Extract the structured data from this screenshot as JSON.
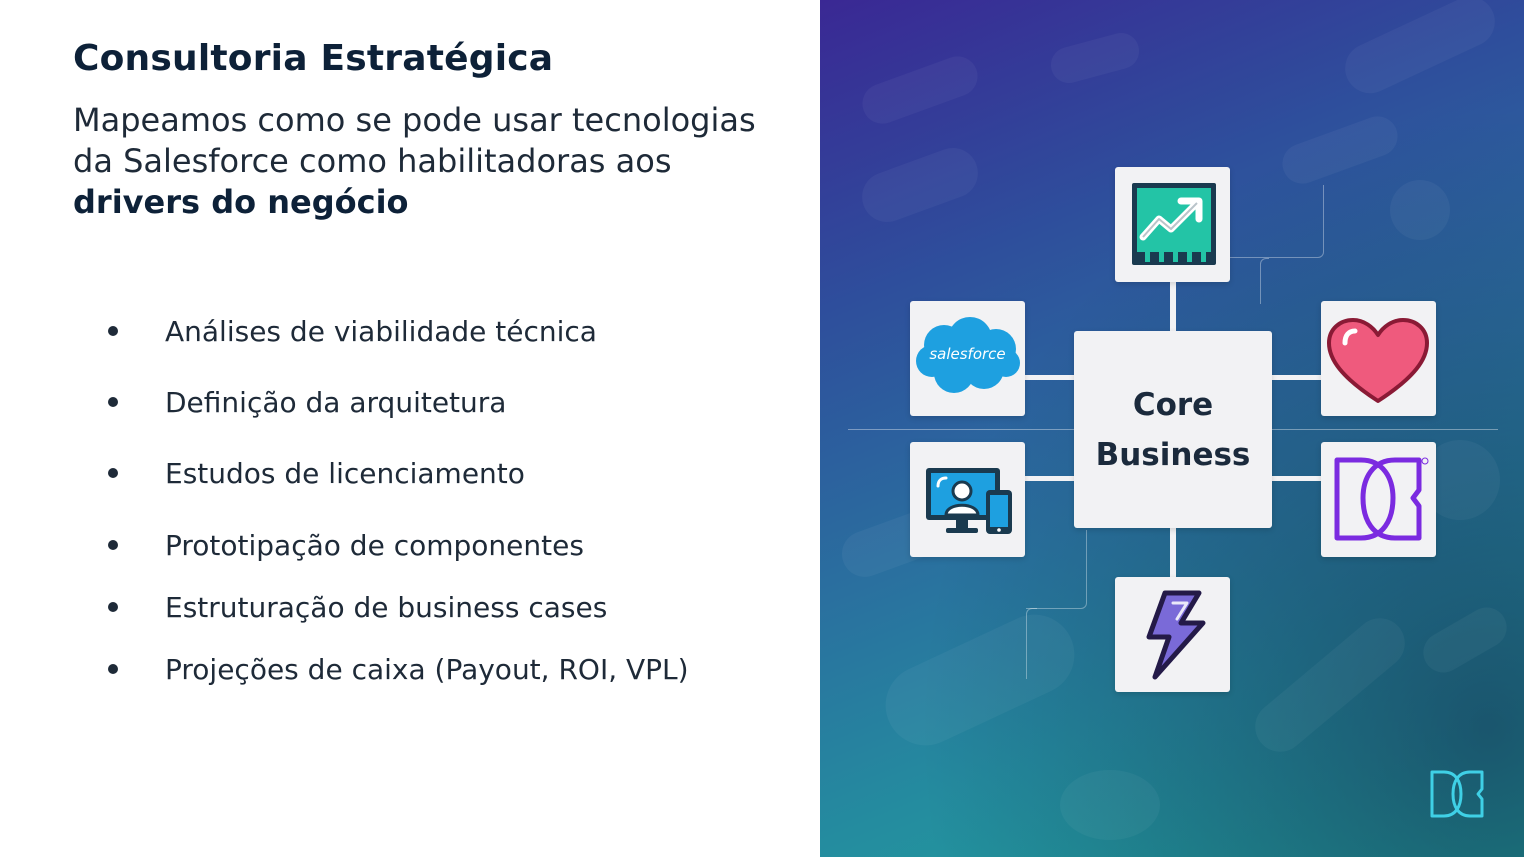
{
  "slide": {
    "title": "Consultoria Estratégica",
    "subtitle_part1": "Mapeamos como se pode usar tecnologias da Salesforce como habilitadoras aos ",
    "subtitle_bold": "drivers do negócio"
  },
  "bullets": [
    "Análises de viabilidade técnica",
    "Definição da arquitetura",
    "Estudos de licenciamento",
    "Prototipação de componentes",
    "Estruturação de business cases",
    "Projeções de caixa (Payout, ROI, VPL)"
  ],
  "diagram": {
    "core_line1": "Core",
    "core_line2": "Business",
    "salesforce_logo_text": "salesforce",
    "icons": [
      "growth-chart-icon",
      "salesforce-logo",
      "heart-icon",
      "monitor-user-icon",
      "brand-logo-icon",
      "lightning-icon"
    ]
  },
  "colors": {
    "title": "#0d2138",
    "text": "#1e2a38",
    "gradient_top": "#3a2894",
    "gradient_bottom": "#1fa69c",
    "tile": "#f2f2f4",
    "chart_green": "#23c4a6",
    "heart": "#ef5a7d",
    "salesforce_blue": "#1ea0e0",
    "brand_purple": "#7b2be0",
    "lightning": "#7a6ad8"
  }
}
